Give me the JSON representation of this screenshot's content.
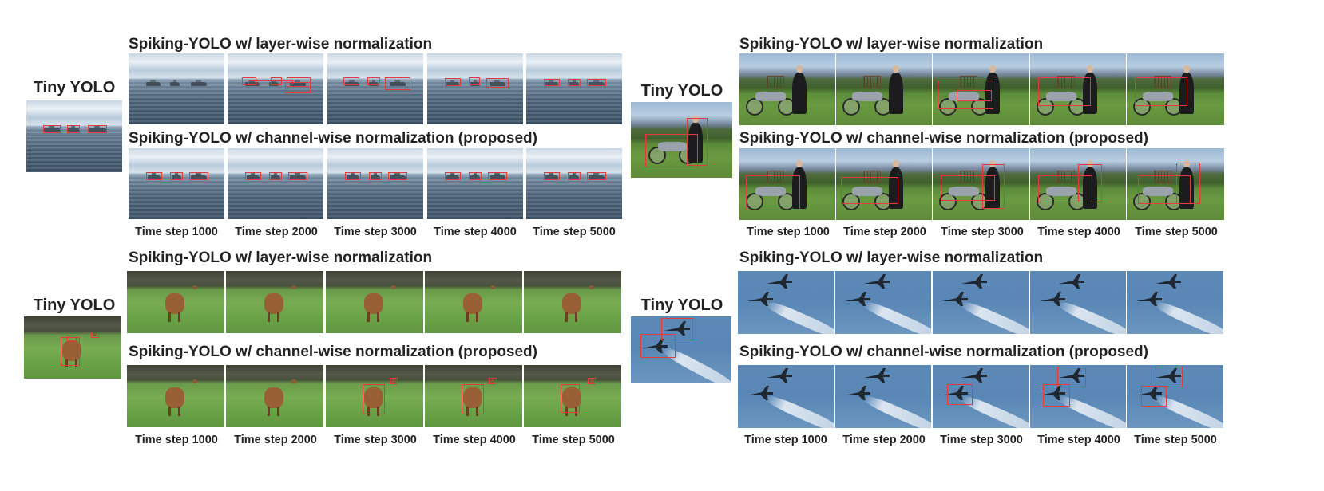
{
  "labels": {
    "tiny_yolo": "Tiny YOLO",
    "layer_wise": "Spiking-YOLO w/ layer-wise normalization",
    "channel_wise": "Spiking-YOLO w/ channel-wise normalization (proposed)"
  },
  "time_steps": [
    "Time step 1000",
    "Time step 2000",
    "Time step 3000",
    "Time step 4000",
    "Time step 5000"
  ],
  "panels": [
    {
      "name": "ships",
      "scene": "sea"
    },
    {
      "name": "motorbike",
      "scene": "moto"
    },
    {
      "name": "cow",
      "scene": "cow"
    },
    {
      "name": "jets",
      "scene": "sky"
    }
  ],
  "colors": {
    "bbox": "#e23b3b",
    "text": "#222222"
  }
}
